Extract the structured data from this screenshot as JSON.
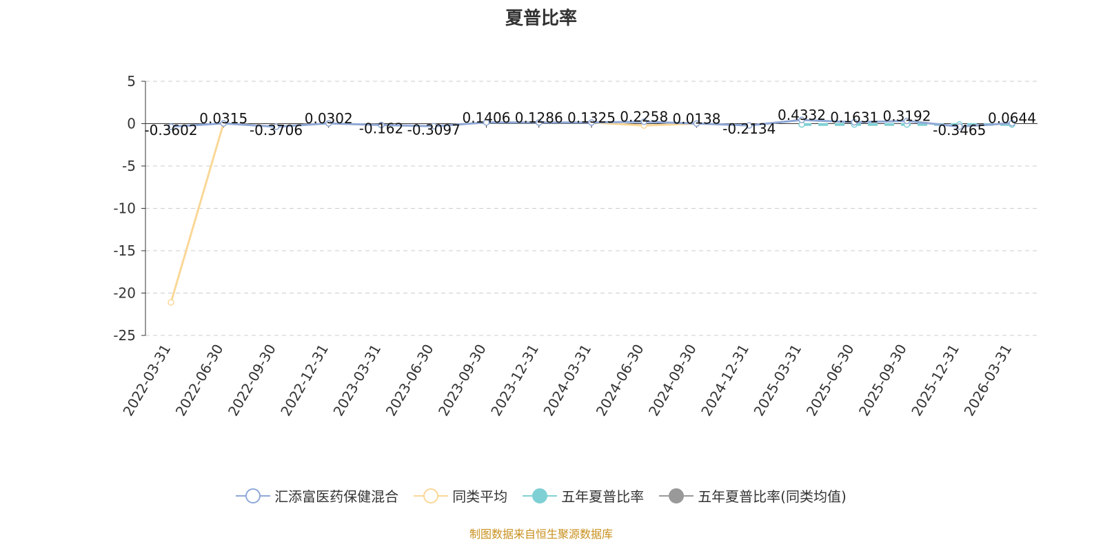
{
  "source_note": "制图数据来自恒生聚源数据库",
  "chart_data": {
    "type": "line",
    "title": "夏普比率",
    "categories": [
      "2022-03-31",
      "2022-06-30",
      "2022-09-30",
      "2022-12-31",
      "2023-03-31",
      "2023-06-30",
      "2023-09-30",
      "2023-12-31",
      "2024-03-31",
      "2024-06-30",
      "2024-09-30",
      "2024-12-31",
      "2025-03-31",
      "2025-06-30",
      "2025-09-30",
      "2025-12-31",
      "2026-03-31"
    ],
    "ylim": [
      -25,
      5
    ],
    "yticks": [
      5,
      0,
      -5,
      -10,
      -15,
      -20,
      -25
    ],
    "grid": true,
    "legend_position": "bottom",
    "series": [
      {
        "name": "汇添富医药保健混合",
        "color": "#8ea8d8",
        "show_labels": true,
        "values": [
          -0.3602,
          0.0315,
          -0.3706,
          0.0302,
          -0.162,
          -0.3097,
          0.1406,
          0.1286,
          0.1325,
          0.2258,
          0.0138,
          -0.2134,
          0.4332,
          0.1631,
          0.3192,
          -0.3465,
          0.0644
        ]
      },
      {
        "name": "同类平均",
        "color": "#fad797",
        "values": [
          -21.1,
          0.03,
          -0.35,
          0.03,
          -0.16,
          -0.3,
          0.14,
          0.13,
          0.13,
          -0.22,
          0.01,
          -0.21,
          0.43,
          0.16,
          0.32,
          -0.35,
          0.06
        ]
      },
      {
        "name": "五年夏普比率",
        "color": "#7fd0d4",
        "dashed": true,
        "values": [
          null,
          null,
          null,
          null,
          null,
          null,
          null,
          null,
          null,
          null,
          null,
          null,
          -0.1,
          -0.1,
          -0.1,
          -0.1,
          -0.1
        ]
      },
      {
        "name": "五年夏普比率(同类均值)",
        "color": "#999999",
        "values": [
          null,
          null,
          null,
          null,
          null,
          null,
          null,
          null,
          null,
          null,
          null,
          null,
          null,
          null,
          null,
          null,
          null
        ]
      }
    ]
  }
}
